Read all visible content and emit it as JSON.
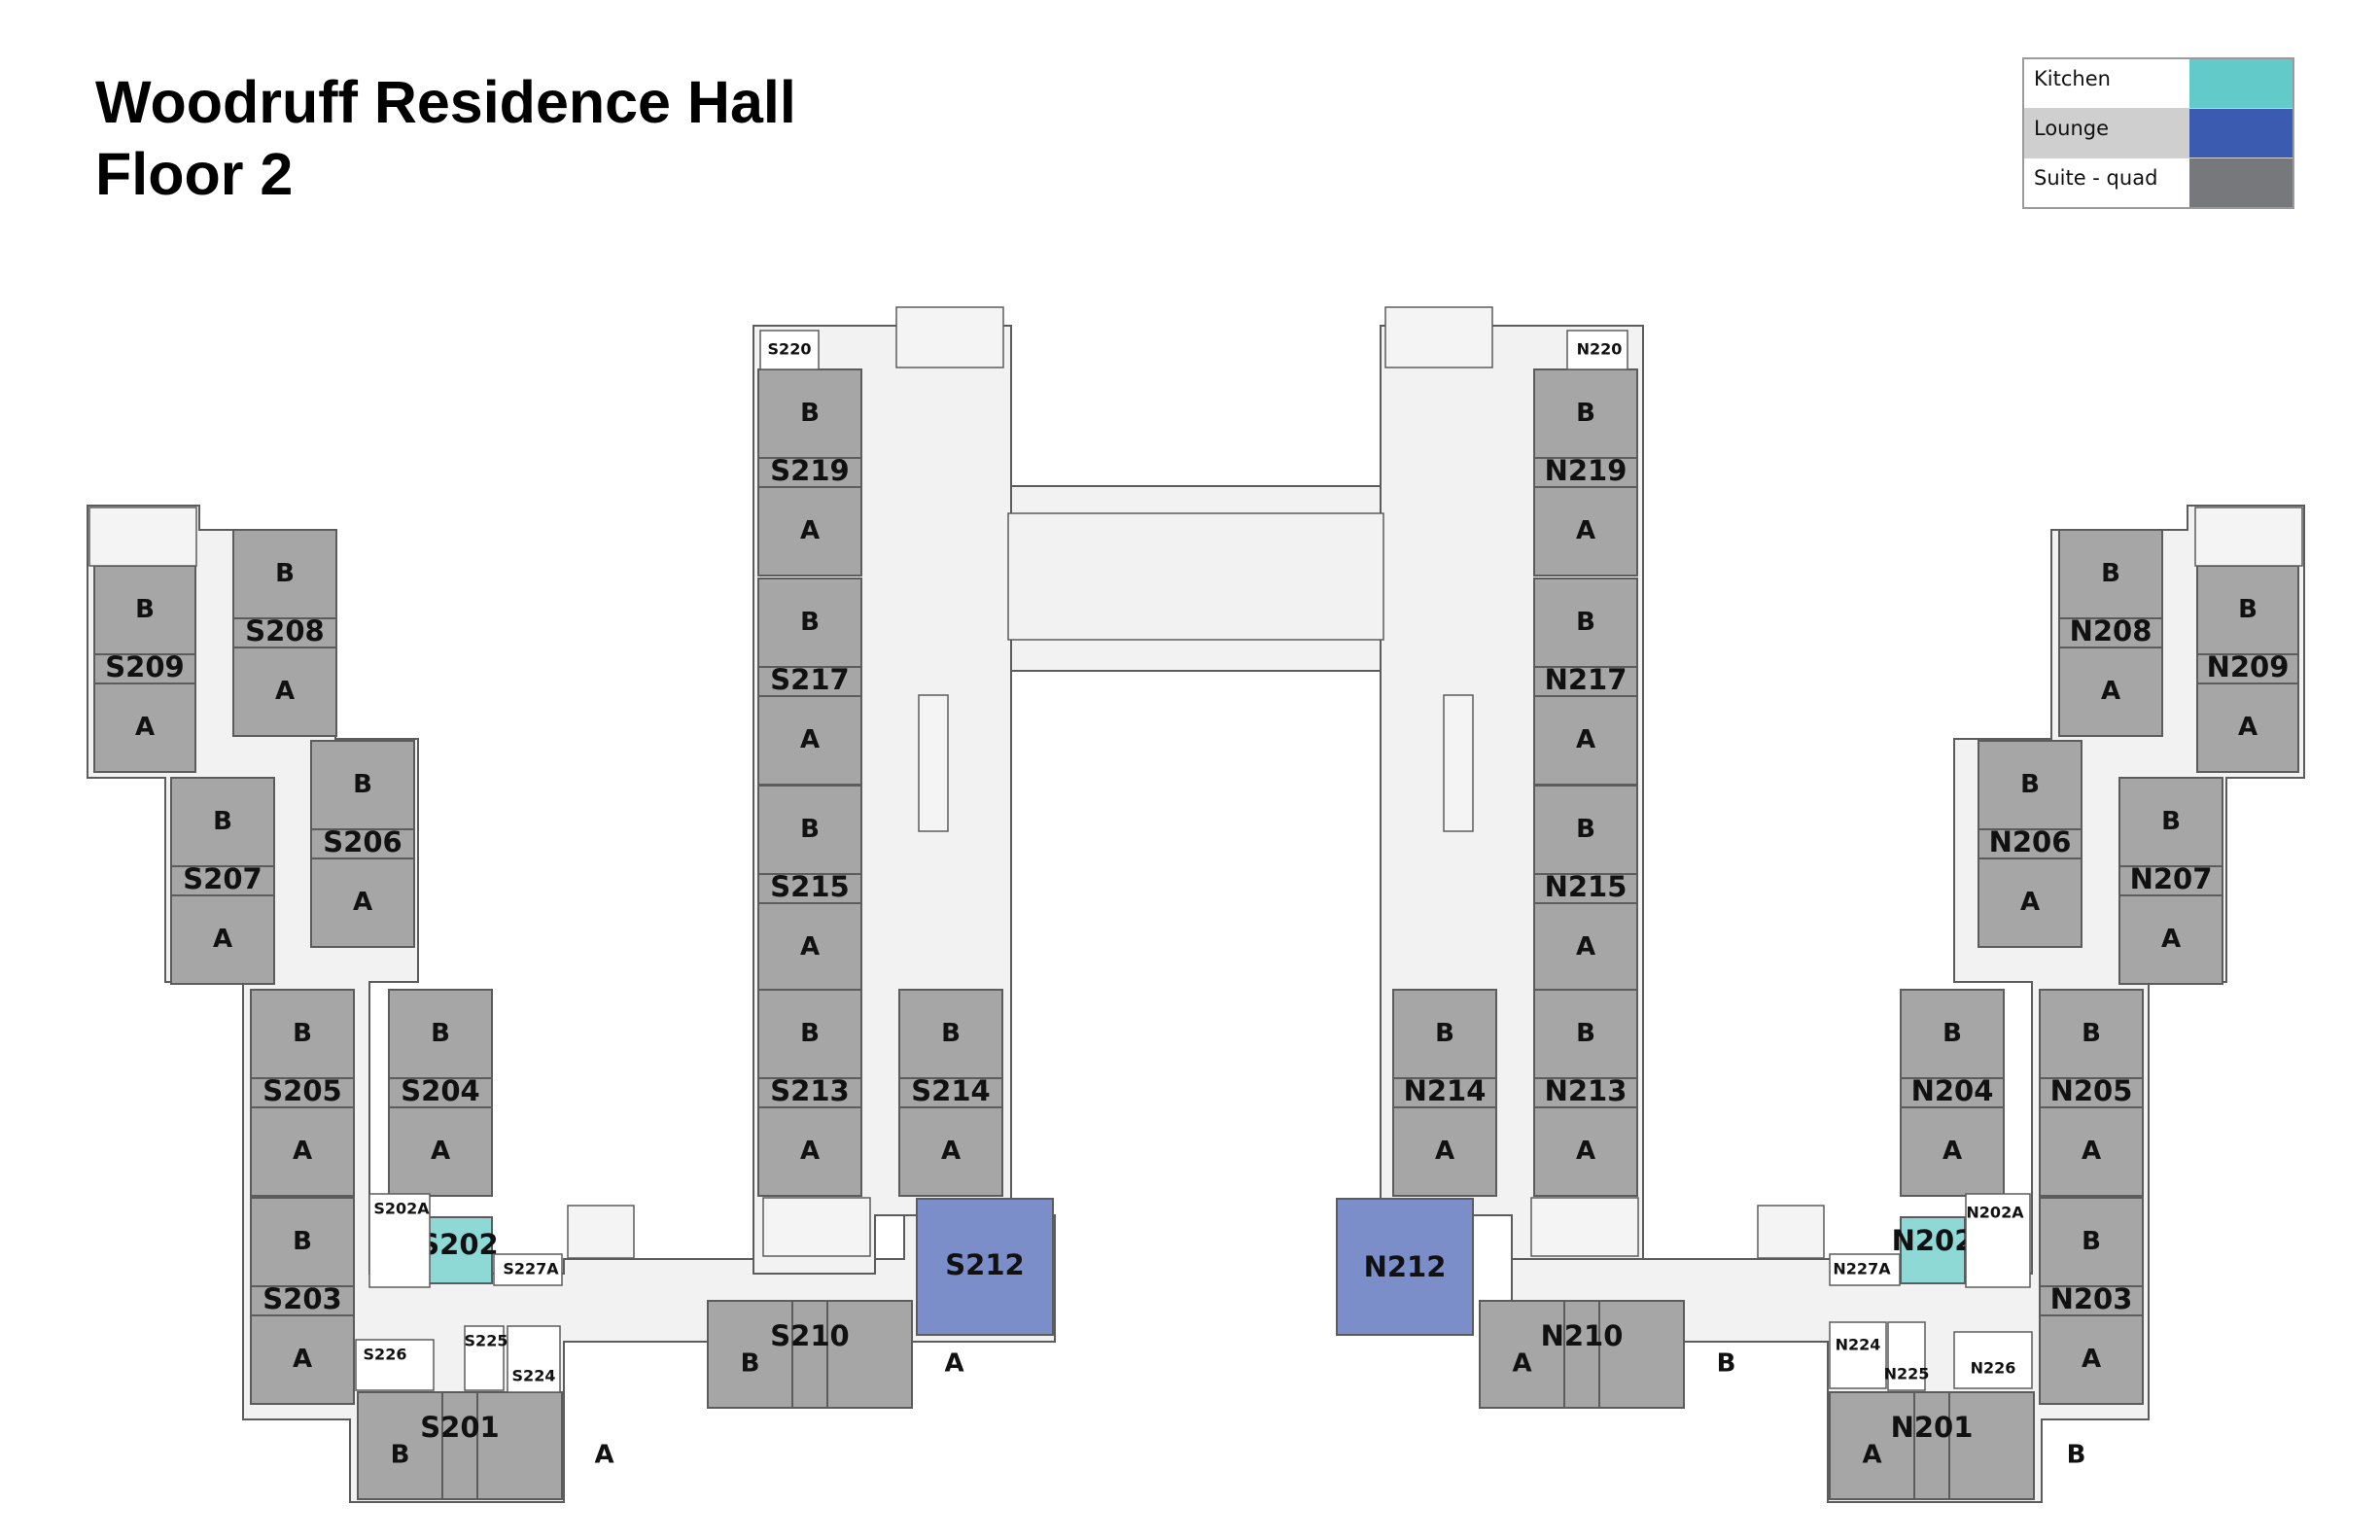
{
  "title": {
    "line1": "Woodruff Residence Hall",
    "line2": "Floor 2"
  },
  "legend": [
    {
      "label": "Kitchen",
      "color": "#62cbc9",
      "label_bg": "#ffffff"
    },
    {
      "label": "Lounge",
      "color": "#3b5bb0",
      "label_bg": "#cfcfcf"
    },
    {
      "label": "Suite - quad",
      "color": "#76787b",
      "label_bg": "#ffffff"
    }
  ],
  "colors": {
    "suite": "#a6a6a7",
    "lounge": "#7b8ec9",
    "kitchen": "#8ed8d6",
    "corridor": "#f2f2f2",
    "wall": "#5c5c5c"
  },
  "rooms": {
    "suite_names": [
      "S209",
      "S208",
      "S207",
      "S206",
      "S205",
      "S204",
      "S203",
      "S201",
      "S219",
      "S217",
      "S215",
      "S213",
      "S214",
      "S210",
      "N219",
      "N217",
      "N215",
      "N213",
      "N214",
      "N210",
      "N208",
      "N209",
      "N206",
      "N207",
      "N204",
      "N205",
      "N203",
      "N201"
    ],
    "lounges": [
      "S212",
      "N212"
    ],
    "kitchens": [
      "S202",
      "N202"
    ],
    "small_rooms": [
      "S220",
      "S202A",
      "S227A",
      "S226",
      "S225",
      "S224",
      "N220",
      "N202A",
      "N227A",
      "N224",
      "N225",
      "N226"
    ],
    "sub_a": "A",
    "sub_b": "B"
  }
}
